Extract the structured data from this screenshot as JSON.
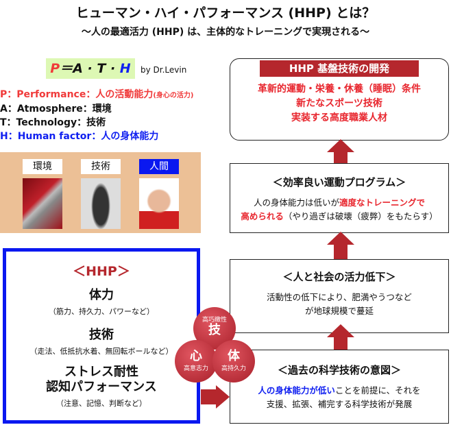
{
  "title": "ヒューマン・ハイ・パフォーマンス (HHP) とは？",
  "subtitle": "～人の最適活力 (HHP) は、主体的なトレーニングで実現される～",
  "formula": {
    "p": "P",
    "eq": "＝A · T · ",
    "h": "H",
    "by": "by Dr.Levin"
  },
  "legend": [
    {
      "text": "P：Performance：人の活動能力",
      "note": "(身心の活力)",
      "color": "#f03a3a"
    },
    {
      "text": "A：Atmosphere：環境",
      "color": "#111111"
    },
    {
      "text": "T：Technology：技術",
      "color": "#111111"
    },
    {
      "text": "H：Human factor：人の身体能力",
      "color": "#1020f0"
    }
  ],
  "panel": {
    "labels": [
      "環境",
      "技術",
      "人間"
    ]
  },
  "hhp": {
    "heading": "＜HHP＞",
    "items": [
      {
        "title": "体力",
        "desc": "（筋力、持久力、パワーなど）"
      },
      {
        "title": "技術",
        "desc": "（走法、低抵抗水着、無回転ボールなど）"
      },
      {
        "title": "ストレス耐性",
        "title2": "認知パフォーマンス",
        "desc": "（注意、記憶、判断など）"
      }
    ]
  },
  "circles": [
    {
      "big": "技",
      "small": "高巧緻性"
    },
    {
      "big": "心",
      "small": "高意志力"
    },
    {
      "big": "体",
      "small": "高持久力"
    }
  ],
  "box1": {
    "header": "HHP 基盤技術の開発",
    "lines": [
      "革新的運動・栄養・休養（睡眠）条件",
      "新たなスポーツ技術",
      "実装する高度職業人材"
    ]
  },
  "box2": {
    "title": "＜効率良い運動プログラム＞",
    "l1a": "人の身体能力は低いが",
    "l1b": "適度なトレーニングで",
    "l2a": "高められる",
    "l2b": "（やり過ぎは破壊（疲弊）をもたらす）"
  },
  "box3": {
    "title": "＜人と社会の活力低下＞",
    "lines": [
      "活動性の低下により、肥満やうつなど",
      "が地球規模で蔓延"
    ]
  },
  "box4": {
    "title": "＜過去の科学技術の意図＞",
    "l1a": "人の身体能力が低い",
    "l1b": "ことを前提に、それを",
    "l2": "支援、拡張、補完する科学技術が発展"
  },
  "colors": {
    "red": "#e8262e",
    "darkred": "#b5272d",
    "blue": "#0a18f0",
    "tan": "#ecc096",
    "green": "#ddf8b4"
  }
}
